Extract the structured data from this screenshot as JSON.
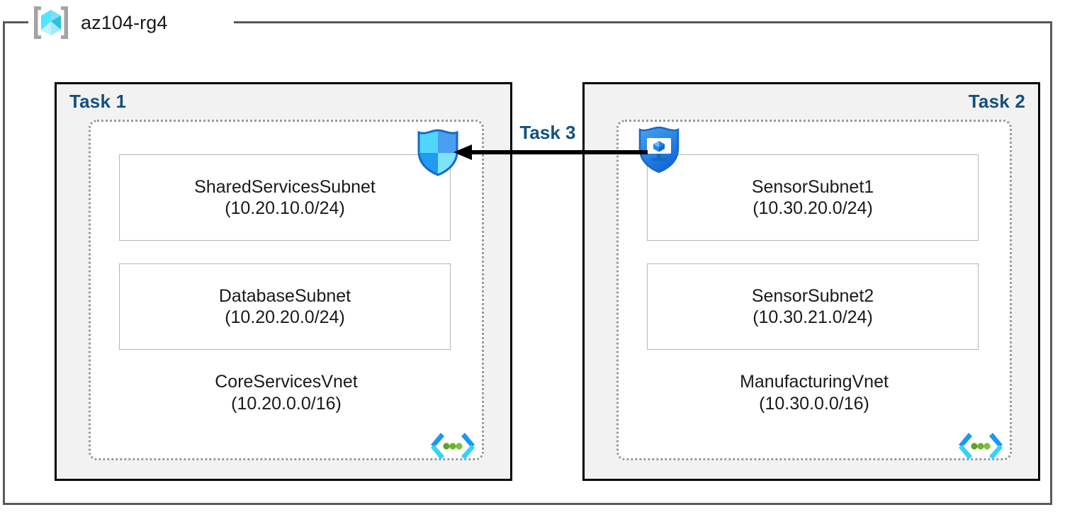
{
  "diagram": {
    "type": "azure-network-topology",
    "resource_group": {
      "name": "az104-rg4",
      "icon": "resource-group-icon"
    },
    "connector": {
      "label": "Task 3",
      "direction": "right-to-left",
      "relationship": "vnet-peering",
      "from": "ManufacturingVnet",
      "to": "CoreServicesVnet"
    },
    "panels": [
      {
        "label": "Task 1",
        "label_align": "left",
        "vnet": {
          "name": "CoreServicesVnet",
          "cidr": "(10.20.0.0/16)",
          "icon": "virtual-network-icon"
        },
        "badge_icon": "peering-shield-icon",
        "subnets": [
          {
            "name": "SharedServicesSubnet",
            "cidr": "(10.20.10.0/24)"
          },
          {
            "name": "DatabaseSubnet",
            "cidr": "(10.20.20.0/24)"
          }
        ]
      },
      {
        "label": "Task 2",
        "label_align": "right",
        "vnet": {
          "name": "ManufacturingVnet",
          "cidr": "(10.30.0.0/16)",
          "icon": "virtual-network-icon"
        },
        "badge_icon": "shield-monitor-icon",
        "subnets": [
          {
            "name": "SensorSubnet1",
            "cidr": "(10.30.20.0/24)"
          },
          {
            "name": "SensorSubnet2",
            "cidr": "(10.30.21.0/24)"
          }
        ]
      }
    ]
  },
  "colors": {
    "task_label": "#14507d",
    "panel_fill": "#f2f2f2",
    "panel_border": "#000000",
    "rg_border": "#595959",
    "vnet_border": "#9a9a9a",
    "subnet_border": "#b5b5b5",
    "text": "#1a1a1a",
    "arrow": "#000000",
    "azure_blue": "#0078d4",
    "cube_cyan": "#50e6ff",
    "vnet_dot_green": "#5ea229"
  }
}
